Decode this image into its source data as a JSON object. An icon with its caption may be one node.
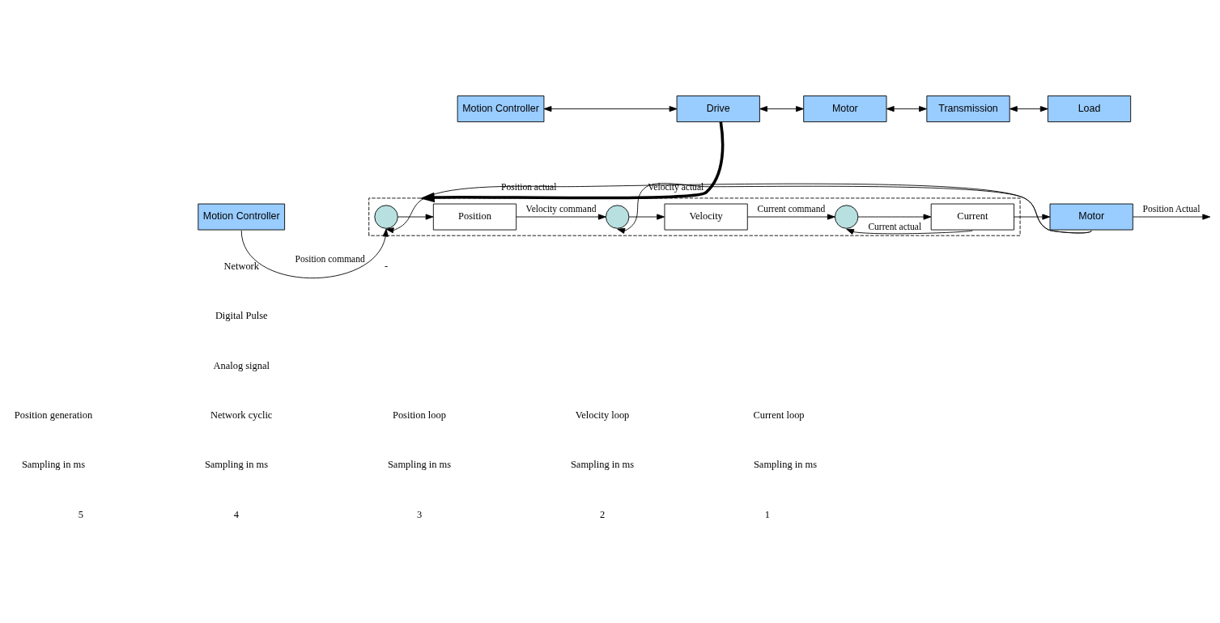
{
  "diagram": {
    "nodes": [
      {
        "text": [
          "Motion Controller"
        ]
      },
      {
        "text": [
          "Drive"
        ]
      },
      {
        "text": [
          "Motor"
        ]
      },
      {
        "text": [
          "Transmission"
        ]
      },
      {
        "text": [
          "Load"
        ]
      },
      {
        "text": [],
        "shape": "box"
      },
      {
        "text": [],
        "shape": "circle",
        "in": 5
      },
      {
        "text": [
          "Position"
        ],
        "in": 5
      },
      {
        "text": [],
        "shape": "circle",
        "in": 5
      },
      {
        "text": [
          "Velocity"
        ],
        "in": 5
      },
      {
        "text": [],
        "shape": "circle",
        "in": 5
      },
      {
        "text": [
          "Current"
        ],
        "in": 5
      },
      {
        "text": [
          "Motion Controller"
        ]
      },
      {
        "text": [
          "Motor"
        ]
      }
    ],
    "edges": [
      {
        "from": 0,
        "to": 1,
        "arrow": "both"
      },
      {
        "from": 1,
        "to": 2,
        "arrow": "both"
      },
      {
        "from": 2,
        "to": 3,
        "arrow": "both"
      },
      {
        "from": 3,
        "to": 4,
        "arrow": "both"
      },
      {
        "from": 1,
        "to": 5,
        "arrow": "to",
        "style": "thick"
      },
      {
        "from": 12,
        "to": 6,
        "arrow": "to",
        "label": "Position command"
      },
      {
        "from": 6,
        "to": 7,
        "arrow": "to"
      },
      {
        "from": 7,
        "to": 8,
        "arrow": "to",
        "label": "Velocity command"
      },
      {
        "from": 8,
        "to": 9,
        "arrow": "to"
      },
      {
        "from": 9,
        "to": 10,
        "arrow": "to",
        "label": "Current command"
      },
      {
        "from": 10,
        "to": 11,
        "arrow": "to"
      },
      {
        "from": 11,
        "to": 13,
        "arrow": "to"
      },
      {
        "from": 11,
        "to": 10,
        "arrow": "to",
        "label": "Current actual"
      },
      {
        "from": 13,
        "to": 8,
        "arrow": "to",
        "label": "Velocity actual"
      },
      {
        "from": 13,
        "to": 6,
        "arrow": "to",
        "label": "Position actual"
      },
      {
        "from": 13,
        "to": null,
        "arrow": "to",
        "label": "Position Actual"
      }
    ],
    "labels": [
      "-",
      "Network",
      "Digital Pulse",
      "Analog signal",
      "Position generation",
      "Network cyclic",
      "Position loop",
      "Velocity loop",
      "Current loop",
      "Sampling in ms",
      "Sampling in ms",
      "Sampling in ms",
      "Sampling in ms",
      "Sampling in ms",
      "5",
      "4",
      "3",
      "2",
      "1"
    ]
  }
}
